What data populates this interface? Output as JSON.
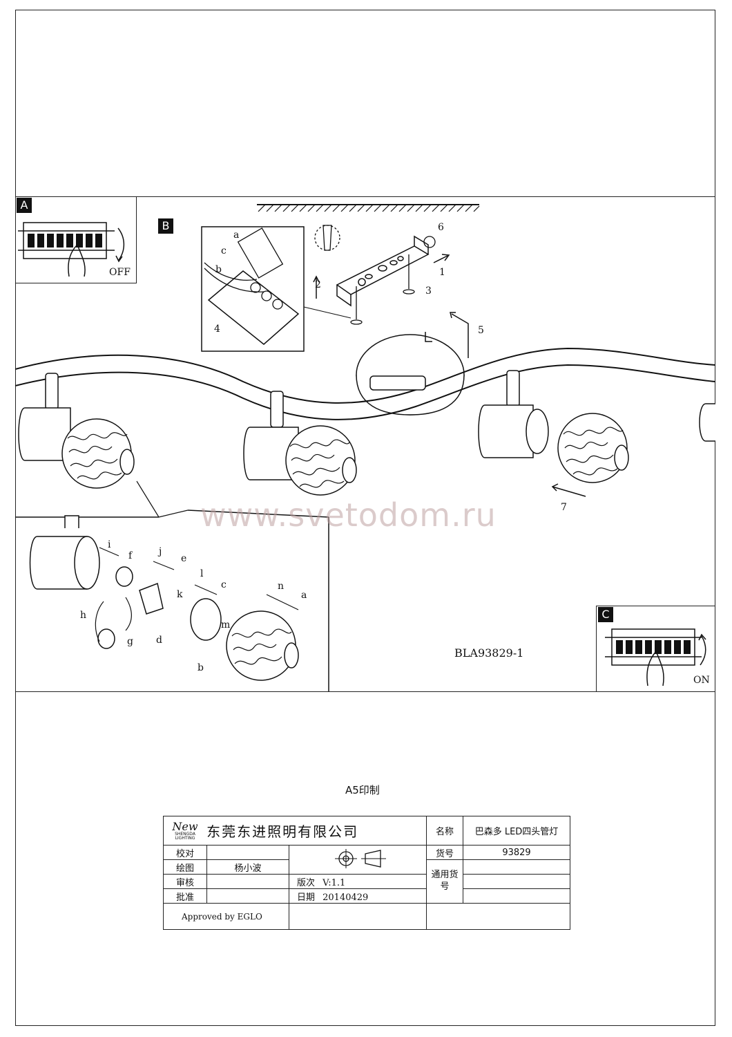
{
  "panels": {
    "a_label": "A",
    "a_caption": "OFF",
    "b_label": "B",
    "c_label": "C",
    "c_caption": "ON"
  },
  "step_numbers": [
    "1",
    "2",
    "3",
    "4",
    "5",
    "6",
    "7"
  ],
  "part_letters": [
    "a",
    "b",
    "c",
    "d",
    "e",
    "f",
    "g",
    "h",
    "i",
    "j",
    "k",
    "l",
    "m",
    "n"
  ],
  "watermark": "www.svetodom.ru",
  "model_code": "BLA93829-1",
  "print_note": "A5印制",
  "title_block": {
    "logo_text": "New",
    "logo_sub1": "SHENGDA",
    "logo_sub2": "LIGHTING",
    "company": "东莞东进照明有限公司",
    "name_label": "名称",
    "name_value": "巴森多 LED四头管灯",
    "check_label": "校对",
    "item_no_label": "货号",
    "item_no_value": "93829",
    "draw_label": "绘图",
    "draw_value": "杨小波",
    "common_label": "通用货号",
    "review_label": "审核",
    "version_label": "版次",
    "version_value": "V:1.1",
    "approve_label": "批准",
    "date_label": "日期",
    "date_value": "20140429",
    "approved_by": "Approved by EGLO"
  }
}
